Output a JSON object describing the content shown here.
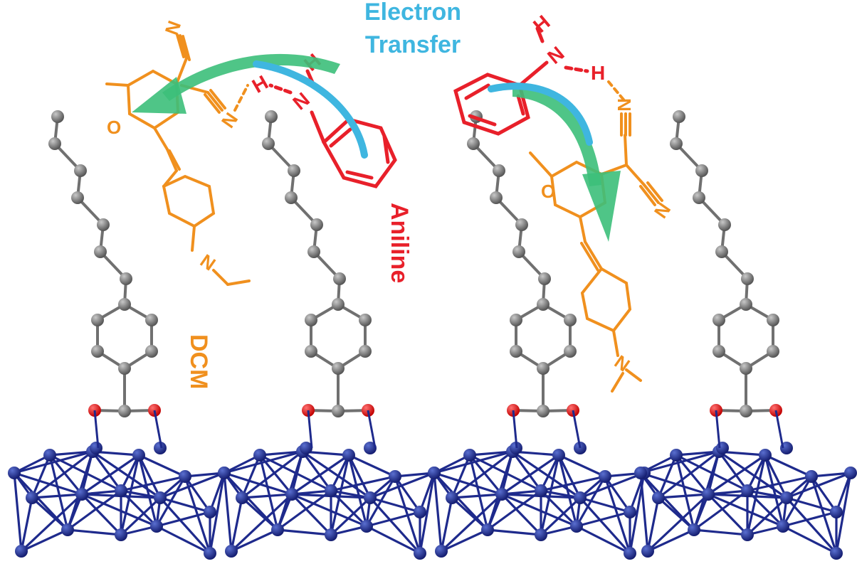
{
  "labels": {
    "electron_transfer_line1": "Electron",
    "electron_transfer_line2": "Transfer",
    "dcm": "DCM",
    "aniline": "Aniline"
  },
  "atom_letters": {
    "nitrogen": "N",
    "oxygen": "O",
    "hydrogen": "H"
  },
  "colors": {
    "dcm_orange": "#f0901e",
    "aniline_red": "#e8202a",
    "electron_blue": "#3fb6e0",
    "arrow_green": "#3cbf7a",
    "carbon_grey": "#707070",
    "oxygen_red": "#e01010",
    "cluster_blue": "#1e2a8c"
  }
}
